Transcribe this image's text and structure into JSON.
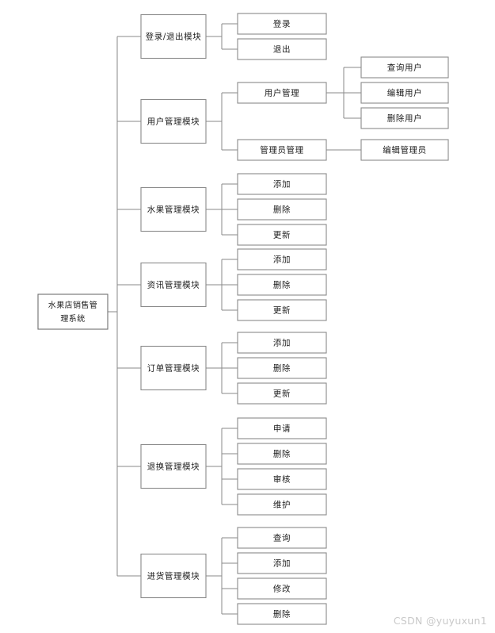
{
  "diagram": {
    "type": "tree-hierarchy",
    "orientation": "left-to-right",
    "background_color": "#ffffff",
    "box_stroke_color": "#8a8a8a",
    "line_color": "#8a8a8a",
    "text_color": "#1c1c1c",
    "root": {
      "label": "水果店销售管\n理系统",
      "line1": "水果店销售管",
      "line2": "理系统"
    },
    "modules": [
      {
        "label": "登录/退出模块",
        "children": [
          {
            "label": "登录",
            "children": []
          },
          {
            "label": "退出",
            "children": []
          }
        ]
      },
      {
        "label": "用户管理模块",
        "children": [
          {
            "label": "用户管理",
            "children": [
              {
                "label": "查询用户"
              },
              {
                "label": "编辑用户"
              },
              {
                "label": "删除用户"
              }
            ]
          },
          {
            "label": "管理员管理",
            "children": [
              {
                "label": "编辑管理员"
              }
            ]
          }
        ]
      },
      {
        "label": "水果管理模块",
        "children": [
          {
            "label": "添加",
            "children": []
          },
          {
            "label": "删除",
            "children": []
          },
          {
            "label": "更新",
            "children": []
          }
        ]
      },
      {
        "label": "资讯管理模块",
        "children": [
          {
            "label": "添加",
            "children": []
          },
          {
            "label": "删除",
            "children": []
          },
          {
            "label": "更新",
            "children": []
          }
        ]
      },
      {
        "label": "订单管理模块",
        "children": [
          {
            "label": "添加",
            "children": []
          },
          {
            "label": "删除",
            "children": []
          },
          {
            "label": "更新",
            "children": []
          }
        ]
      },
      {
        "label": "退换管理模块",
        "children": [
          {
            "label": "申请",
            "children": []
          },
          {
            "label": "删除",
            "children": []
          },
          {
            "label": "审核",
            "children": []
          },
          {
            "label": "维护",
            "children": []
          }
        ]
      },
      {
        "label": "进货管理模块",
        "children": [
          {
            "label": "查询",
            "children": []
          },
          {
            "label": "添加",
            "children": []
          },
          {
            "label": "修改",
            "children": []
          },
          {
            "label": "删除",
            "children": []
          }
        ]
      }
    ]
  },
  "watermark": {
    "text": "CSDN @yuyuxun1",
    "color": "#c9c9c9"
  }
}
